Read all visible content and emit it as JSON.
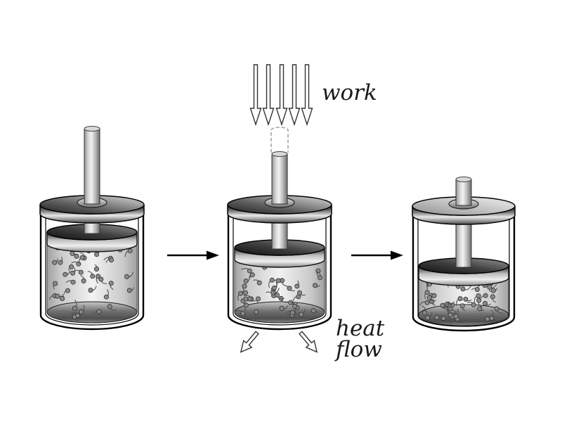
{
  "labels": {
    "work": "work",
    "heat_line1": "heat",
    "heat_line2": "flow"
  },
  "stages": [
    {
      "name": "expanded-gas",
      "molecules": 40
    },
    {
      "name": "partially-compressed-gas",
      "molecules": 40
    },
    {
      "name": "fully-compressed-gas",
      "molecules": 46
    }
  ],
  "colors": {
    "outline": "#000000",
    "metal_light": "#f3f3f3",
    "metal_dark": "#1f1f1f",
    "gas_center": "#f2f2f2",
    "gas_edge": "#a2a2a2",
    "arrow_fill": "#ffffff",
    "background": "#ffffff"
  }
}
